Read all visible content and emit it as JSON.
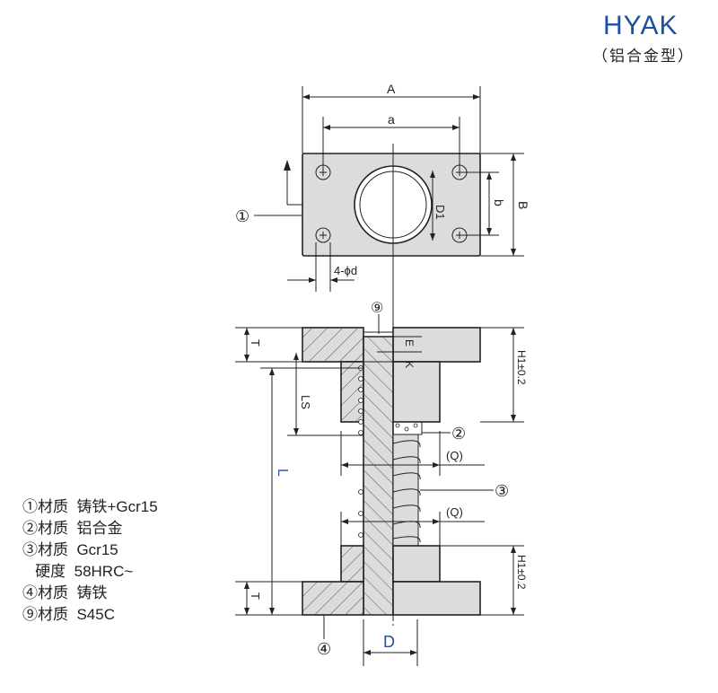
{
  "header": {
    "title": "HYAK",
    "subtitle": "（铝合金型）"
  },
  "colors": {
    "title": "#1e4fa0",
    "part_fill": "#dcdcdc",
    "line": "#222222"
  },
  "dimensions": {
    "A": "A",
    "a": "a",
    "B": "B",
    "b": "b",
    "D1": "D1",
    "hole": "4-ϕd",
    "T_top": "T",
    "T_bottom": "T",
    "LS": "LS",
    "L": "L",
    "E": "E",
    "K": "K",
    "Q_top": "(Q)",
    "Q_bottom": "(Q)",
    "H1_top": "H1±0.2",
    "H1_bottom": "H1±0.2",
    "D": "D"
  },
  "callouts": {
    "c1": "①",
    "c2": "②",
    "c3": "③",
    "c4": "④",
    "c9": "⑨"
  },
  "legend": [
    "①材质  铸铁+Gcr15",
    "②材质  铝合金",
    "③材质  Gcr15",
    "   硬度  58HRC~",
    "④材质  铸铁",
    "⑨材质  S45C"
  ]
}
